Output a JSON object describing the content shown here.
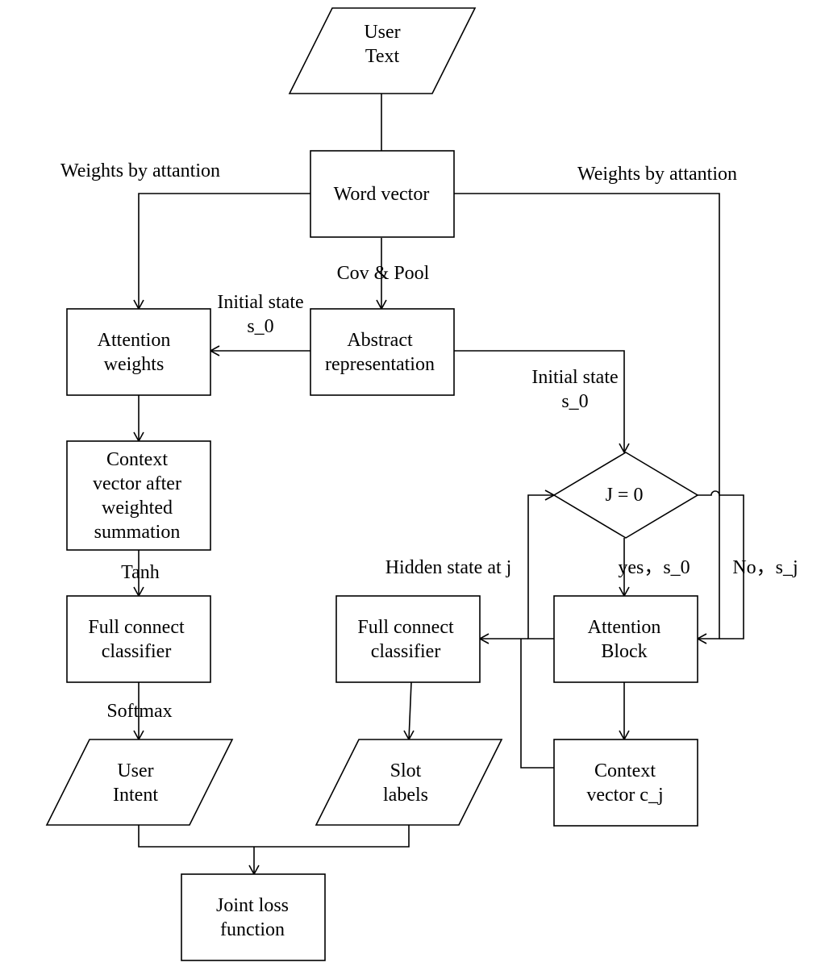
{
  "nodes": {
    "user_text": [
      "User",
      "Text"
    ],
    "word_vector": [
      "Word vector"
    ],
    "attention_weights": [
      "Attention",
      "weights"
    ],
    "abstract_representation": [
      "Abstract",
      "representation"
    ],
    "context_vector_weighted": [
      "Context",
      "vector after",
      "weighted",
      "summation"
    ],
    "full_connect_left": [
      "Full connect",
      "classifier"
    ],
    "user_intent": [
      "User",
      "Intent"
    ],
    "decision": [
      "J = 0"
    ],
    "attention_block": [
      "Attention",
      "Block"
    ],
    "full_connect_mid": [
      "Full connect",
      "classifier"
    ],
    "slot_labels": [
      "Slot",
      "labels"
    ],
    "context_vector_cj": [
      "Context",
      "vector c_j"
    ],
    "joint_loss": [
      "Joint loss",
      "function"
    ]
  },
  "edge_labels": {
    "weights_left": [
      "Weights by attantion"
    ],
    "weights_right": [
      "Weights by attantion"
    ],
    "cov_pool": [
      "Cov & Pool"
    ],
    "initial_state_left": [
      "Initial state",
      "s_0"
    ],
    "initial_state_right": [
      "Initial state",
      "s_0"
    ],
    "tanh": [
      "Tanh"
    ],
    "softmax": [
      "Softmax"
    ],
    "hidden_state": [
      "Hidden state at j"
    ],
    "yes": [
      "yes，s_0"
    ],
    "no": [
      "No，s_j"
    ]
  }
}
